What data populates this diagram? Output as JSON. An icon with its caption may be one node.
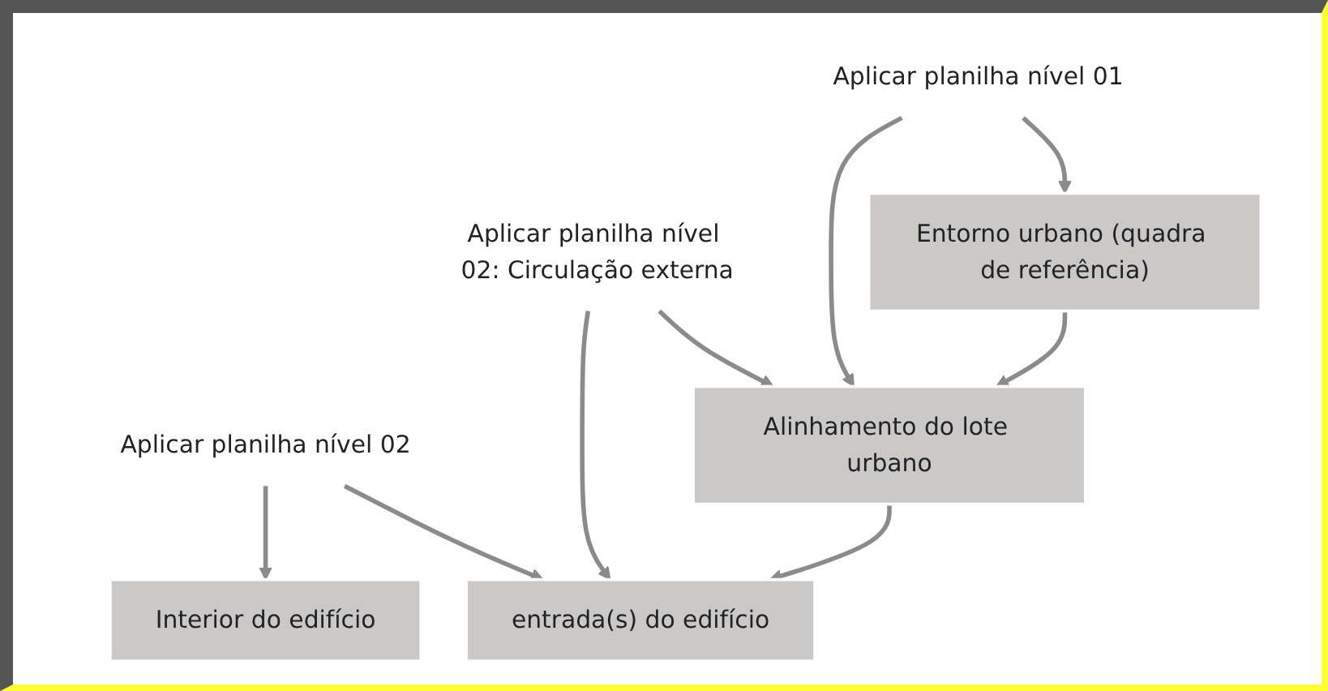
{
  "diagram": {
    "nodes": [
      {
        "text": [
          "Aplicar planilha nível 01"
        ]
      },
      {
        "text": [
          "Aplicar planilha nível 02: Circulação externa"
        ]
      },
      {
        "text": [
          "Aplicar planilha nível 02"
        ]
      },
      {
        "text": [
          "Entorno urbano (quadra de referência)"
        ]
      },
      {
        "text": [
          "Alinhamento do lote urbano"
        ]
      },
      {
        "text": [
          "entrada(s) do edifício"
        ]
      },
      {
        "text": [
          "Interior do edifício"
        ]
      }
    ],
    "edges": [
      {
        "from": 0,
        "to": 3,
        "arrow": "to"
      },
      {
        "from": 0,
        "to": 4,
        "arrow": "to"
      },
      {
        "from": 1,
        "to": 4,
        "arrow": "to"
      },
      {
        "from": 1,
        "to": 5,
        "arrow": "to"
      },
      {
        "from": 2,
        "to": 5,
        "arrow": "to"
      },
      {
        "from": 2,
        "to": 6,
        "arrow": "to"
      },
      {
        "from": 3,
        "to": 4,
        "arrow": "to"
      },
      {
        "from": 4,
        "to": 5,
        "arrow": "to"
      }
    ]
  }
}
